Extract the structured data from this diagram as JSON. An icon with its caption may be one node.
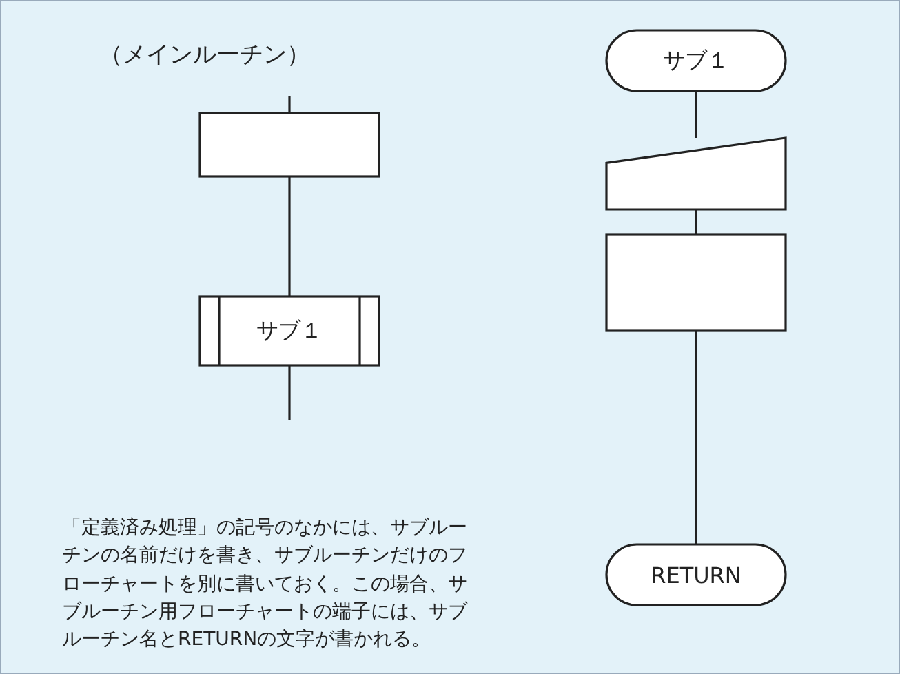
{
  "diagram": {
    "nodes": [
      {
        "text": [],
        "shape": "box"
      },
      {
        "text": [
          "サブ１"
        ]
      },
      {
        "text": [
          "サブ１"
        ]
      },
      {
        "text": [],
        "shape": "trapezoid"
      },
      {
        "text": [],
        "shape": "box"
      },
      {
        "text": [
          "RETURN"
        ]
      }
    ],
    "edges": [
      {
        "from": null,
        "to": 0,
        "arrow": "none"
      },
      {
        "from": 0,
        "to": 1,
        "arrow": "none"
      },
      {
        "from": 1,
        "to": null,
        "arrow": "none"
      },
      {
        "from": 2,
        "to": 3,
        "arrow": "none"
      },
      {
        "from": 3,
        "to": 4,
        "arrow": "none"
      },
      {
        "from": 4,
        "to": 5,
        "arrow": "none"
      }
    ],
    "labels": [
      "（メインルーチン）",
      "「定義済み処理」の記号のなかには、サブルーチンの名前だけを書き、サブルーチンだけのフローチャートを別に書いておく。この場合、サブルーチン用フローチャートの端子には、サブルーチン名とRETURNの文字が書かれる。"
    ]
  }
}
